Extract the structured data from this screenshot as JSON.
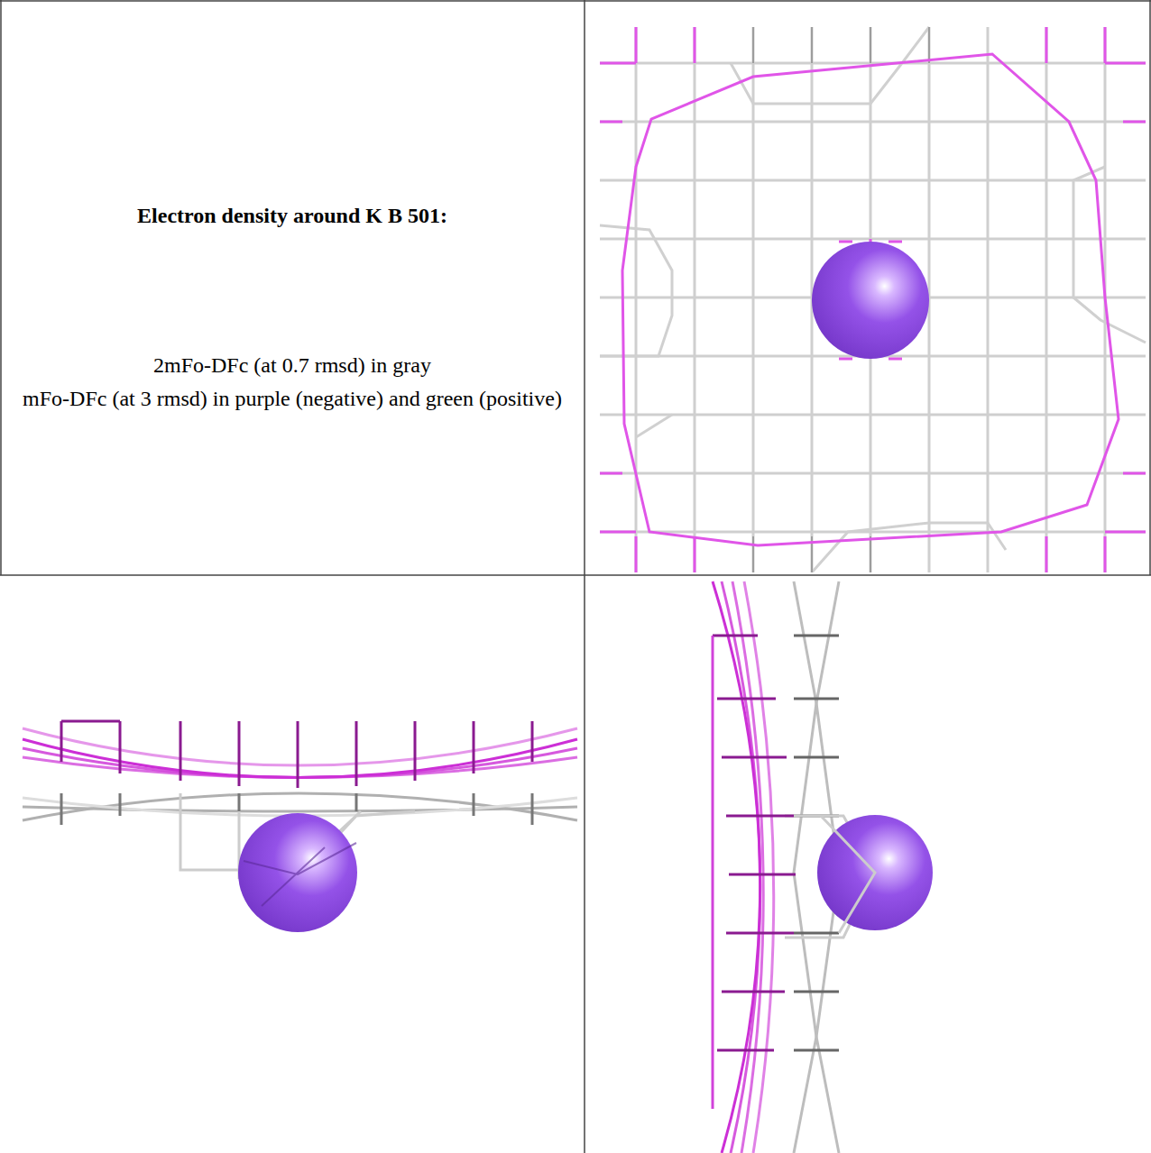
{
  "diagram": {
    "title": "Electron density around K B 501:",
    "labels": [
      "2mFo-DFc (at 0.7 rmsd) in gray",
      "mFo-DFc (at 3 rmsd) in purple (negative) and green (positive)"
    ]
  }
}
